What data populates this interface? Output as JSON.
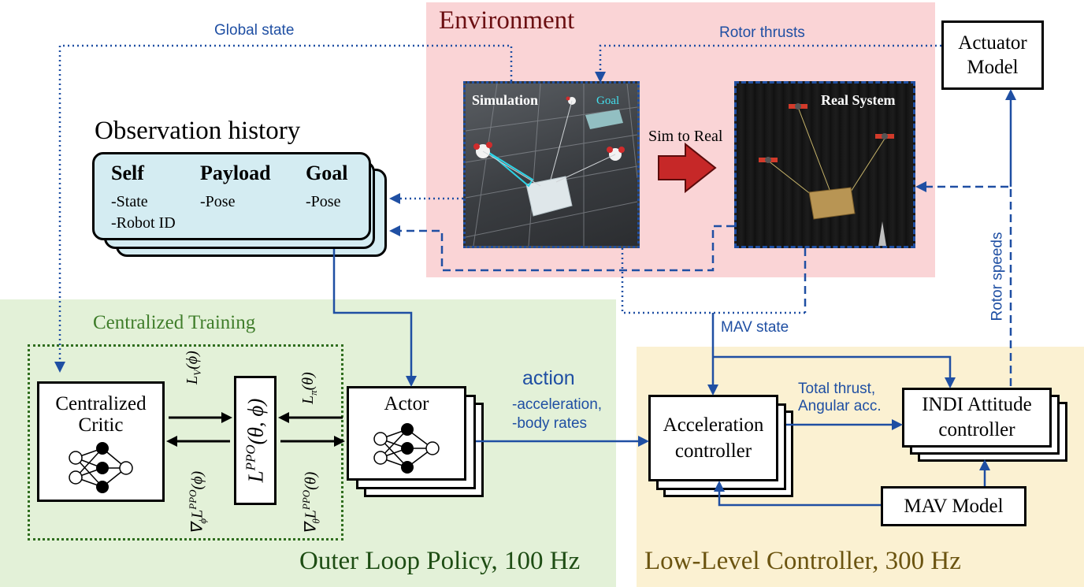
{
  "regions": {
    "environment": "Environment",
    "centralized_training": "Centralized Training",
    "outer_loop": "Outer Loop Policy, 100 Hz",
    "low_level": "Low-Level Controller, 300 Hz"
  },
  "observation": {
    "title": "Observation history",
    "self_title": "Self",
    "self_items": [
      "-State",
      "-Robot ID"
    ],
    "payload_title": "Payload",
    "payload_items": [
      "-Pose"
    ],
    "goal_title": "Goal",
    "goal_items": [
      "-Pose"
    ]
  },
  "environment": {
    "simulation_label": "Simulation",
    "goal_label": "Goal",
    "real_label": "Real System",
    "sim_to_real": "Sim to Real"
  },
  "edges": {
    "global_state": "Global state",
    "rotor_thrusts": "Rotor thrusts",
    "mav_state": "MAV state",
    "rotor_speeds": "Rotor speeds",
    "total_thrust_line1": "Total thrust,",
    "total_thrust_line2": "Angular acc.",
    "action_title": "action",
    "action_item1": "-acceleration,",
    "action_item2": "-body rates"
  },
  "blocks": {
    "actuator_line1": "Actuator",
    "actuator_line2": "Model",
    "critic_line1": "Centralized",
    "critic_line2": "Critic",
    "actor": "Actor",
    "accel_line1": "Acceleration",
    "accel_line2": "controller",
    "indi_line1": "INDI Attitude",
    "indi_line2": "controller",
    "mav_model": "MAV Model"
  },
  "colors": {
    "environment_bg": "#fad4d6",
    "training_bg": "#e3f1d8",
    "lowlevel_bg": "#fbf1d2",
    "observation_bg": "#d4ecf2",
    "edge_blue": "#1f4fa3",
    "arrow_red": "#c62828"
  }
}
